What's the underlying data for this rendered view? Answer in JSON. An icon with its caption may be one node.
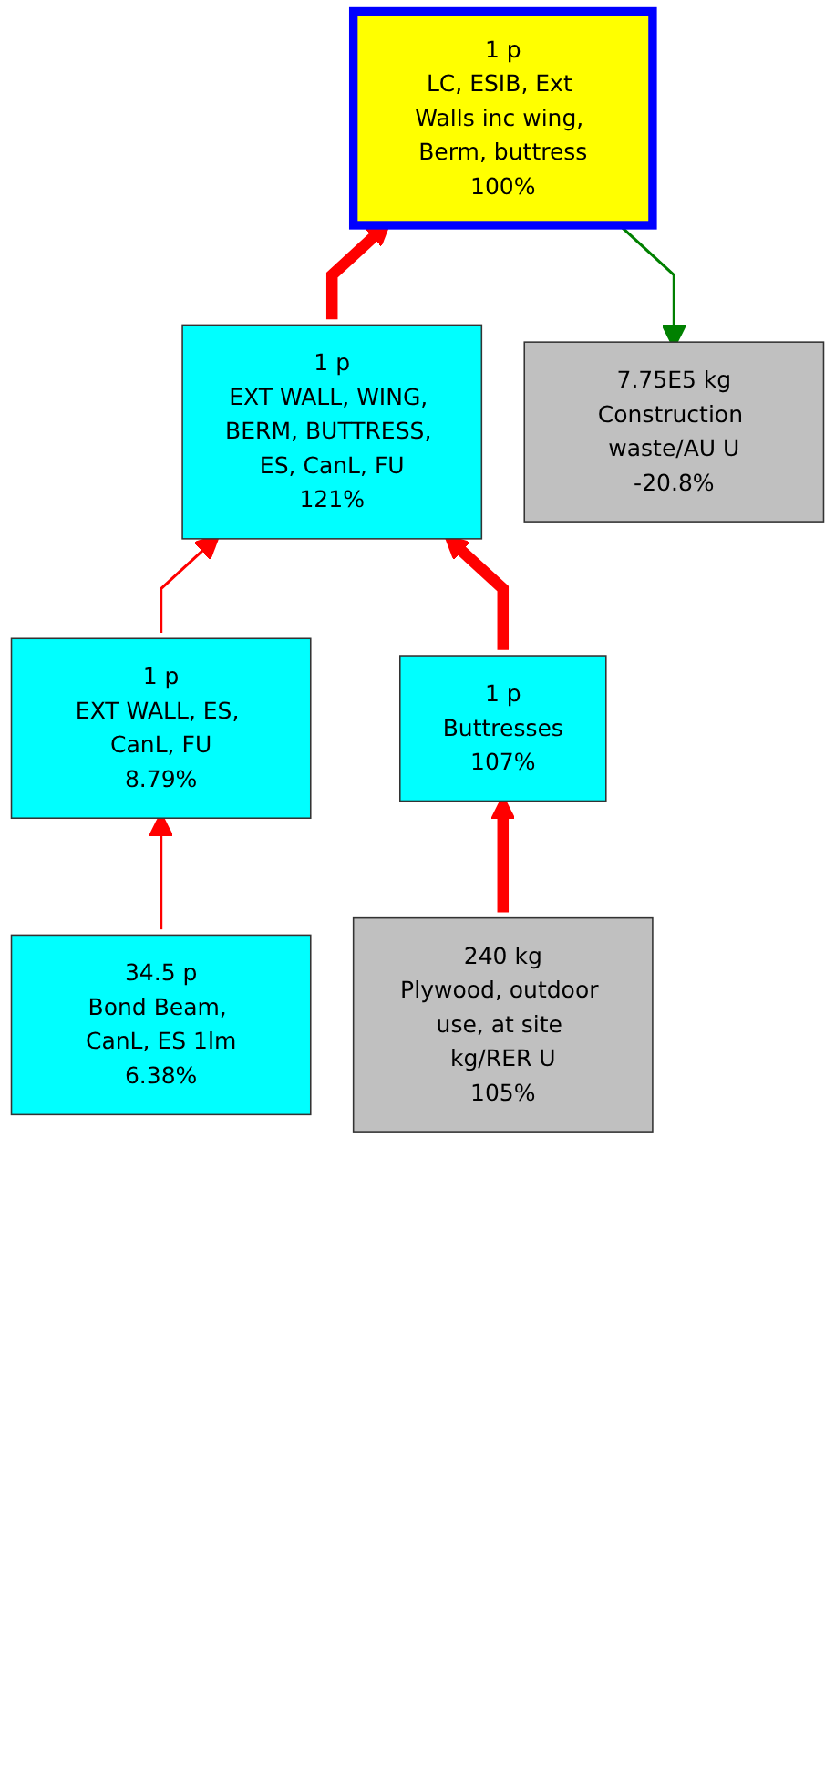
{
  "diagram": {
    "nodes": [
      {
        "text": [
          "1 p",
          "LC, ESIB, Ext Walls inc wing, Berm, buttress",
          "100%"
        ]
      },
      {
        "text": [
          "1 p",
          "EXT WALL, WING, BERM, BUTTRESS, ES, CanL, FU",
          "121%"
        ]
      },
      {
        "text": [
          "7.75E5 kg",
          "Construction waste/AU U",
          "-20.8%"
        ]
      },
      {
        "text": [
          "1 p",
          "EXT WALL, ES, CanL, FU",
          "8.79%"
        ]
      },
      {
        "text": [
          "1 p",
          "Buttresses",
          "107%"
        ]
      },
      {
        "text": [
          "34.5 p",
          "Bond Beam, CanL, ES 1lm",
          "6.38%"
        ]
      },
      {
        "text": [
          "240 kg",
          "Plywood, outdoor use, at site kg/RER U",
          "105%"
        ]
      }
    ],
    "edges": [
      {
        "from": 1,
        "to": 0,
        "arrow": "to",
        "style": "thick",
        "color": "#ff0000"
      },
      {
        "from": 0,
        "to": 2,
        "arrow": "to",
        "color": "#008000"
      },
      {
        "from": 3,
        "to": 1,
        "arrow": "to",
        "color": "#ff0000"
      },
      {
        "from": 4,
        "to": 1,
        "arrow": "to",
        "style": "thick",
        "color": "#ff0000"
      },
      {
        "from": 5,
        "to": 3,
        "arrow": "to",
        "color": "#ff0000"
      },
      {
        "from": 6,
        "to": 4,
        "arrow": "to",
        "style": "thick",
        "color": "#ff0000"
      }
    ]
  }
}
